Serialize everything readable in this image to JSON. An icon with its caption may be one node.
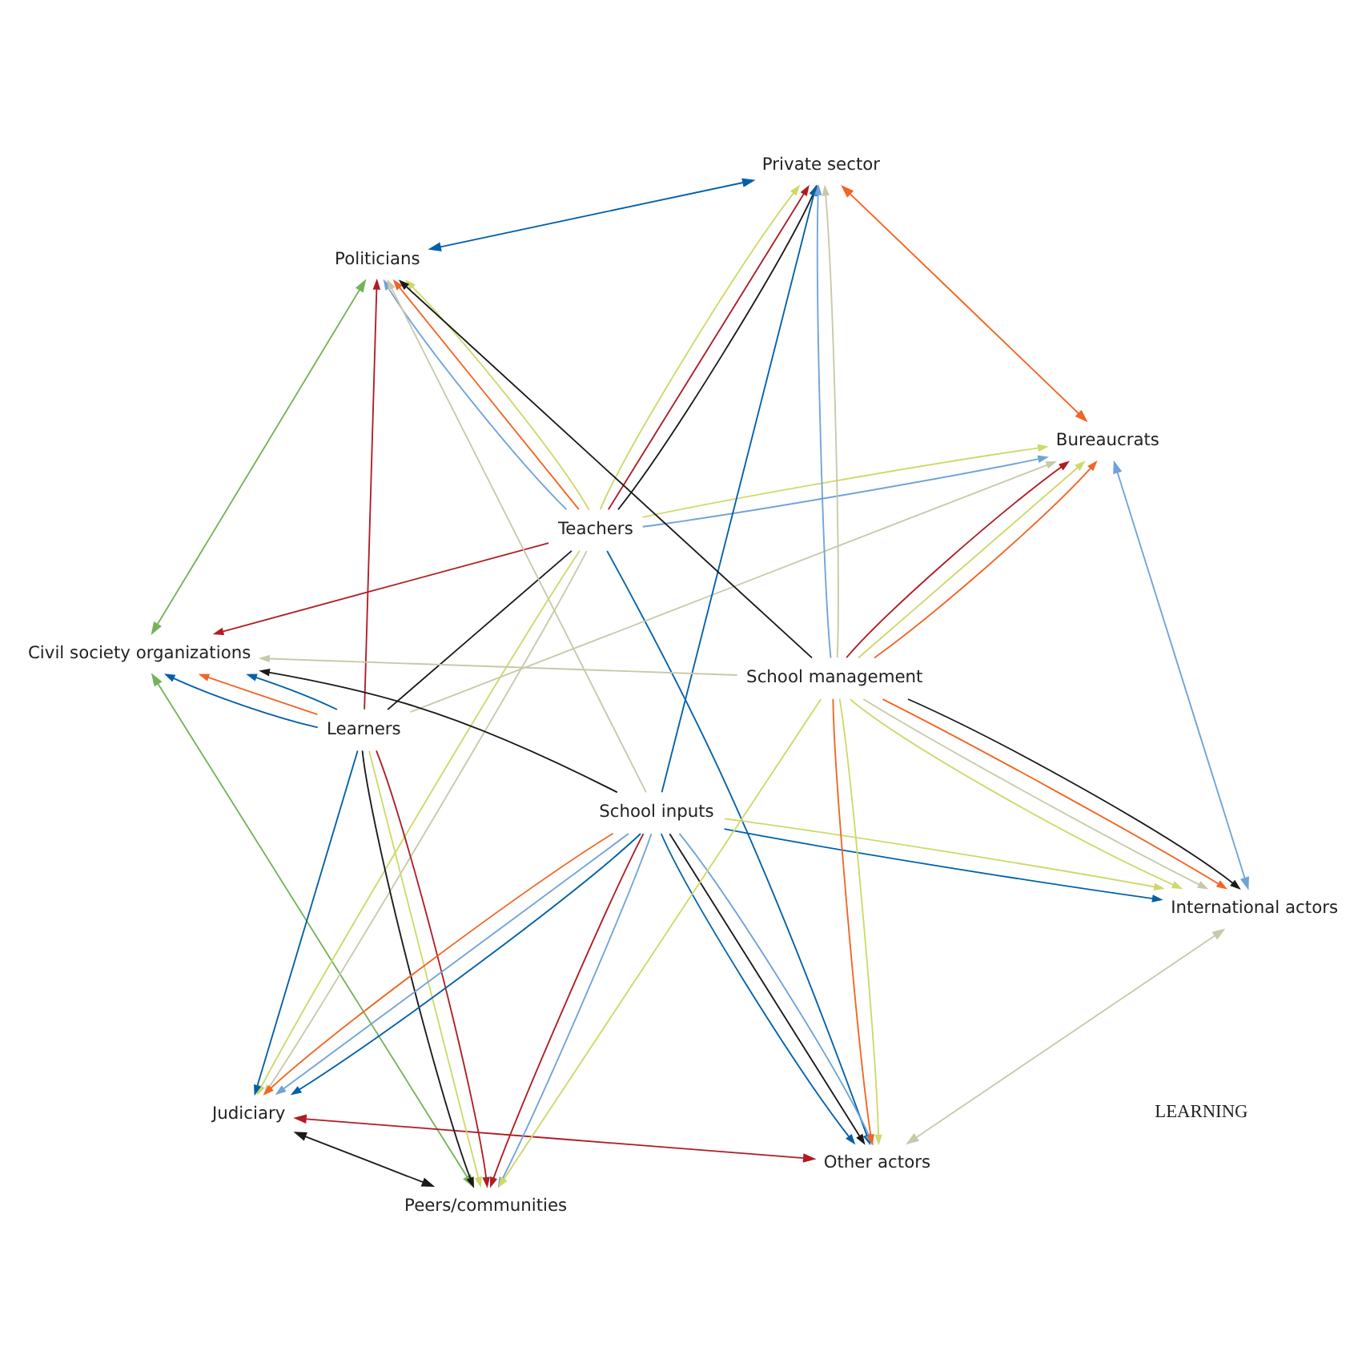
{
  "diagram": {
    "nodes": [
      {
        "text": [
          "LEARNING"
        ]
      },
      {
        "text": [
          "Politicians"
        ]
      },
      {
        "text": [
          "Civil society organizations"
        ]
      },
      {
        "text": [
          "Peers/communities"
        ]
      },
      {
        "text": [
          "Judiciary"
        ]
      },
      {
        "text": [
          "Other actors"
        ]
      },
      {
        "text": [
          "International actors"
        ]
      },
      {
        "text": [
          "Bureaucrats"
        ]
      },
      {
        "text": [
          "Private sector"
        ]
      },
      {
        "text": [
          "Teachers"
        ]
      },
      {
        "text": [
          "Learners"
        ]
      },
      {
        "text": [
          "School inputs"
        ]
      },
      {
        "text": [
          "School management"
        ]
      }
    ],
    "edges": [
      {
        "from": 1,
        "to": 8,
        "arrow": "both",
        "color": "#0060a8"
      },
      {
        "from": 9,
        "to": 1,
        "arrow": "to",
        "color": "#6fa3d8"
      },
      {
        "from": 9,
        "to": 1,
        "arrow": "to",
        "color": "#cfd86a"
      },
      {
        "from": 9,
        "to": 1,
        "arrow": "to",
        "color": "#f26522"
      },
      {
        "from": 10,
        "to": 1,
        "arrow": "to",
        "color": "#b01c24"
      },
      {
        "from": 1,
        "to": 2,
        "arrow": "both",
        "color": "#75b35a"
      },
      {
        "from": 11,
        "to": 1,
        "arrow": "to",
        "color": "#c8c8aa"
      },
      {
        "from": 12,
        "to": 1,
        "arrow": "to",
        "color": "#1a1a1a"
      },
      {
        "from": 9,
        "to": 2,
        "arrow": "to",
        "color": "#b01c24"
      },
      {
        "from": 12,
        "to": 2,
        "arrow": "to",
        "color": "#c8c8aa"
      },
      {
        "from": 11,
        "to": 2,
        "arrow": "to",
        "color": "#1a1a1a"
      },
      {
        "from": 10,
        "to": 2,
        "arrow": "to",
        "color": "#0060a8"
      },
      {
        "from": 10,
        "to": 2,
        "arrow": "to",
        "color": "#0060a8"
      },
      {
        "from": 10,
        "to": 2,
        "arrow": "to",
        "color": "#f26522"
      },
      {
        "from": 2,
        "to": 3,
        "arrow": "both",
        "color": "#75b35a"
      },
      {
        "from": 10,
        "to": 3,
        "arrow": "to",
        "color": "#b01c24"
      },
      {
        "from": 10,
        "to": 3,
        "arrow": "to",
        "color": "#1a1a1a"
      },
      {
        "from": 10,
        "to": 3,
        "arrow": "to",
        "color": "#cfd86a"
      },
      {
        "from": 11,
        "to": 3,
        "arrow": "to",
        "color": "#6fa3d8"
      },
      {
        "from": 3,
        "to": 4,
        "arrow": "both",
        "color": "#1a1a1a"
      },
      {
        "from": 12,
        "to": 3,
        "arrow": "to",
        "color": "#cfd86a"
      },
      {
        "from": 11,
        "to": 3,
        "arrow": "to",
        "color": "#b01c24"
      },
      {
        "from": 10,
        "to": 4,
        "arrow": "to",
        "color": "#0060a8"
      },
      {
        "from": 9,
        "to": 4,
        "arrow": "to",
        "color": "#c8c8aa"
      },
      {
        "from": 9,
        "to": 4,
        "arrow": "to",
        "color": "#cfd86a"
      },
      {
        "from": 11,
        "to": 4,
        "arrow": "to",
        "color": "#0060a8"
      },
      {
        "from": 4,
        "to": 5,
        "arrow": "both",
        "color": "#b01c24"
      },
      {
        "from": 11,
        "to": 4,
        "arrow": "to",
        "color": "#f26522"
      },
      {
        "from": 11,
        "to": 4,
        "arrow": "to",
        "color": "#6fa3d8"
      },
      {
        "from": 11,
        "to": 5,
        "arrow": "to",
        "color": "#6fa3d8"
      },
      {
        "from": 11,
        "to": 5,
        "arrow": "to",
        "color": "#0060a8"
      },
      {
        "from": 11,
        "to": 5,
        "arrow": "to",
        "color": "#1a1a1a"
      },
      {
        "from": 12,
        "to": 5,
        "arrow": "to",
        "color": "#cfd86a"
      },
      {
        "from": 5,
        "to": 6,
        "arrow": "both",
        "color": "#c8c8aa"
      },
      {
        "from": 9,
        "to": 5,
        "arrow": "to",
        "color": "#0060a8"
      },
      {
        "from": 12,
        "to": 5,
        "arrow": "to",
        "color": "#f26522"
      },
      {
        "from": 12,
        "to": 6,
        "arrow": "to",
        "color": "#1a1a1a"
      },
      {
        "from": 12,
        "to": 6,
        "arrow": "to",
        "color": "#cfd86a"
      },
      {
        "from": 6,
        "to": 7,
        "arrow": "both",
        "color": "#6fa3d8"
      },
      {
        "from": 12,
        "to": 6,
        "arrow": "to",
        "color": "#c8c8aa"
      },
      {
        "from": 12,
        "to": 6,
        "arrow": "to",
        "color": "#f26522"
      },
      {
        "from": 11,
        "to": 6,
        "arrow": "to",
        "color": "#cfd86a"
      },
      {
        "from": 11,
        "to": 6,
        "arrow": "to",
        "color": "#0060a8"
      },
      {
        "from": 9,
        "to": 7,
        "arrow": "to",
        "color": "#cfd86a"
      },
      {
        "from": 10,
        "to": 7,
        "arrow": "to",
        "color": "#c8c8aa"
      },
      {
        "from": 7,
        "to": 8,
        "arrow": "both",
        "color": "#f26522"
      },
      {
        "from": 9,
        "to": 7,
        "arrow": "to",
        "color": "#6fa3d8"
      },
      {
        "from": 12,
        "to": 7,
        "arrow": "to",
        "color": "#b01c24"
      },
      {
        "from": 12,
        "to": 7,
        "arrow": "to",
        "color": "#f26522"
      },
      {
        "from": 12,
        "to": 7,
        "arrow": "to",
        "color": "#cfd86a"
      },
      {
        "from": 9,
        "to": 8,
        "arrow": "to",
        "color": "#cfd86a"
      },
      {
        "from": 9,
        "to": 8,
        "arrow": "to",
        "color": "#1a1a1a"
      },
      {
        "from": 9,
        "to": 8,
        "arrow": "to",
        "color": "#b01c24"
      },
      {
        "from": 12,
        "to": 8,
        "arrow": "to",
        "color": "#6fa3d8"
      },
      {
        "from": 11,
        "to": 8,
        "arrow": "to",
        "color": "#0060a8"
      },
      {
        "from": 12,
        "to": 8,
        "arrow": "to",
        "color": "#c8c8aa"
      },
      {
        "from": 9,
        "to": 10,
        "arrow": "none",
        "color": "#1a1a1a"
      }
    ]
  }
}
